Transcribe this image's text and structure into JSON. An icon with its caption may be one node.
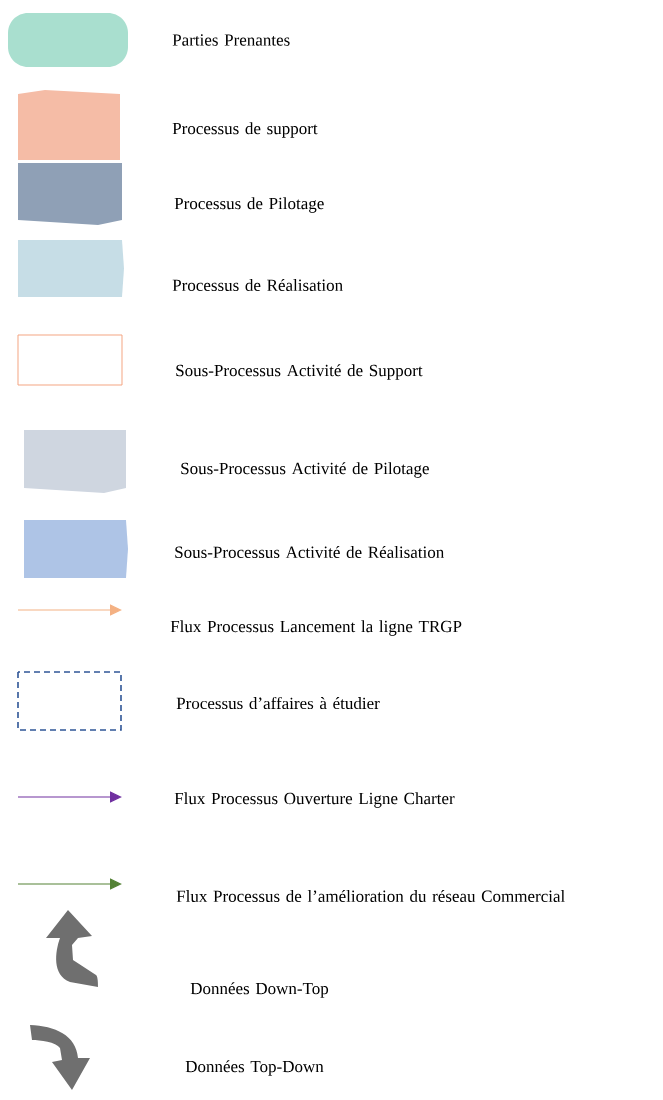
{
  "diagram": {
    "legend": [
      {
        "text": "Parties Prenantes",
        "color": "#a9dfcf"
      },
      {
        "text": "Processus de support",
        "color": "#f5bca6"
      },
      {
        "text": "Processus de Pilotage",
        "color": "#8fa0b6"
      },
      {
        "text": "Processus de Réalisation",
        "color": "#c6dde6"
      },
      {
        "text": "Sous-Processus Activité de Support"
      },
      {
        "text": "Sous-Processus Activité de Pilotage",
        "color": "#cfd6e0"
      },
      {
        "text": "Sous-Processus Activité de Réalisation",
        "color": "#aec4e6"
      },
      {
        "text": "Flux Processus Lancement la ligne TRGP"
      },
      {
        "text": "Processus d’affaires à étudier"
      },
      {
        "text": "Flux Processus Ouverture Ligne Charter"
      },
      {
        "text": "Flux Processus de l’amélioration du réseau Commercial"
      },
      {
        "text": "Données Down-Top"
      },
      {
        "text": "Données Top-Down"
      }
    ]
  }
}
